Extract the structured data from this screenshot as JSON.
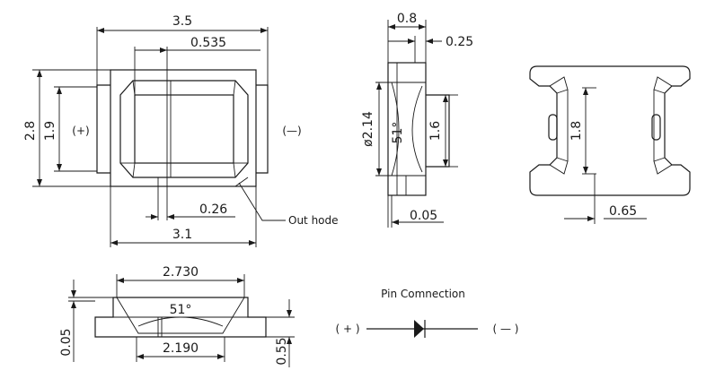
{
  "top_view": {
    "width_outer": "3.5",
    "offset_0535": "0.535",
    "height_outer": "2.8",
    "height_inner": "1.9",
    "gap_026": "0.26",
    "width_body": "3.1",
    "anode_mark": "(+)",
    "cathode_mark": "(—)",
    "out_hode_label": "Out hode"
  },
  "side_view": {
    "width_08": "0.8",
    "width_025": "0.25",
    "diameter": "ø2.14",
    "angle": "51°",
    "height_16": "1.6",
    "bottom_005": "0.05"
  },
  "bottom_view": {
    "height_18": "1.8",
    "offset_065": "0.65"
  },
  "front_view": {
    "top_width": "2.730",
    "angle": "51°",
    "bottom_width": "2.190",
    "left_005": "0.05",
    "right_055": "0.55"
  },
  "pin_connection": {
    "title": "Pin Comnection",
    "plus": "( + )",
    "minus": "( — )"
  }
}
